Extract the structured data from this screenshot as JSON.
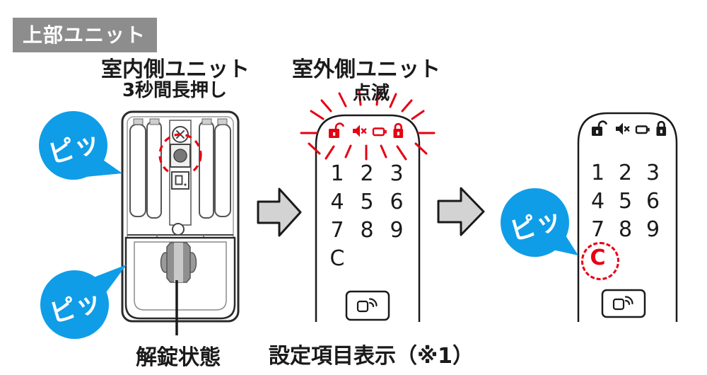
{
  "badge": {
    "label": "上部ユニット"
  },
  "steps": {
    "indoor": {
      "title": "室内側ユニット",
      "subtitle": "3秒間長押し",
      "caption": "解錠状態",
      "beep_top": "ピッ",
      "beep_bottom": "ピッ"
    },
    "outdoor": {
      "title": "室外側ユニット",
      "subtitle": "点滅",
      "caption": "設定項目表示（※1）"
    },
    "result": {
      "beep": "ピッ"
    }
  },
  "keypad": {
    "rows": [
      [
        "1",
        "2",
        "3"
      ],
      [
        "4",
        "5",
        "6"
      ],
      [
        "7",
        "8",
        "9"
      ]
    ],
    "clear_key": "C"
  },
  "icons": {
    "status_row": [
      "unlock-icon",
      "mute-icon",
      "battery-icon",
      "lock-icon"
    ],
    "reader_button": "contactless-card-icon",
    "indoor_unit": [
      "screw-icon",
      "register-button",
      "indicator-display",
      "thumbturn-knob"
    ]
  },
  "colors": {
    "alert_red": "#e60012",
    "beep_blue": "#0f9de8",
    "badge_bg": "#8d8d8d",
    "arrow_fill": "#d3d3d3",
    "line_black": "#1a1a1a"
  }
}
